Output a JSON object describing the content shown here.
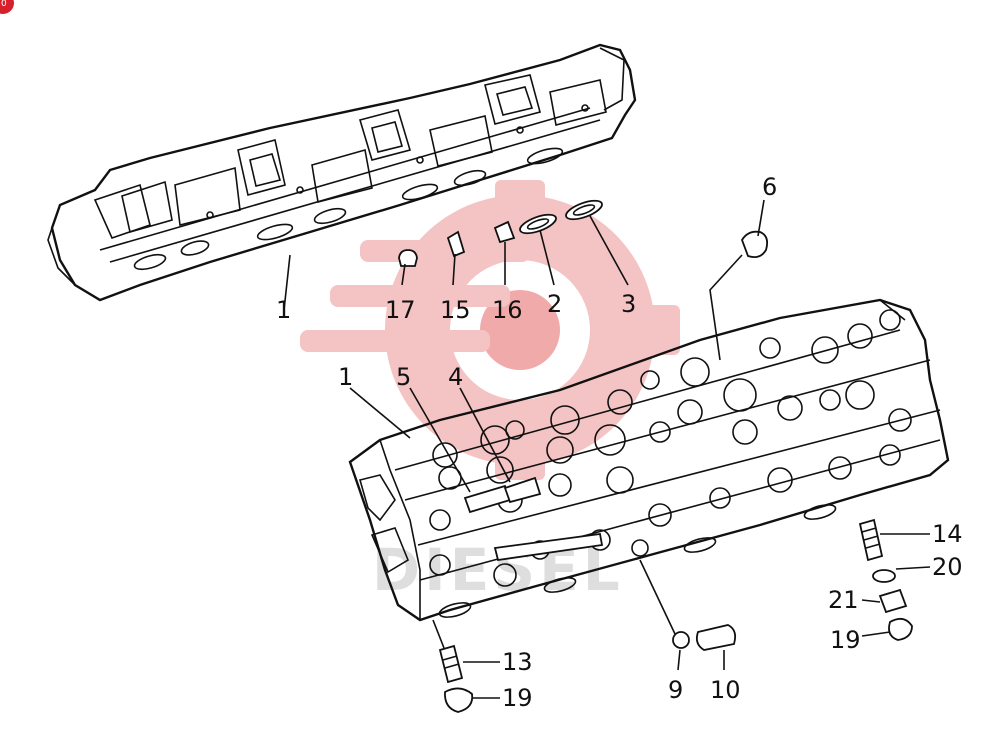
{
  "badge": "0",
  "watermark_text": "DIESEL",
  "callouts": {
    "c1_upper": "1",
    "c17": "17",
    "c15": "15",
    "c16": "16",
    "c2": "2",
    "c3": "3",
    "c6": "6",
    "c1_lower": "1",
    "c5": "5",
    "c4": "4",
    "c14": "14",
    "c20": "20",
    "c21": "21",
    "c19_right": "19",
    "c13": "13",
    "c19_left": "19",
    "c9": "9",
    "c10": "10"
  }
}
